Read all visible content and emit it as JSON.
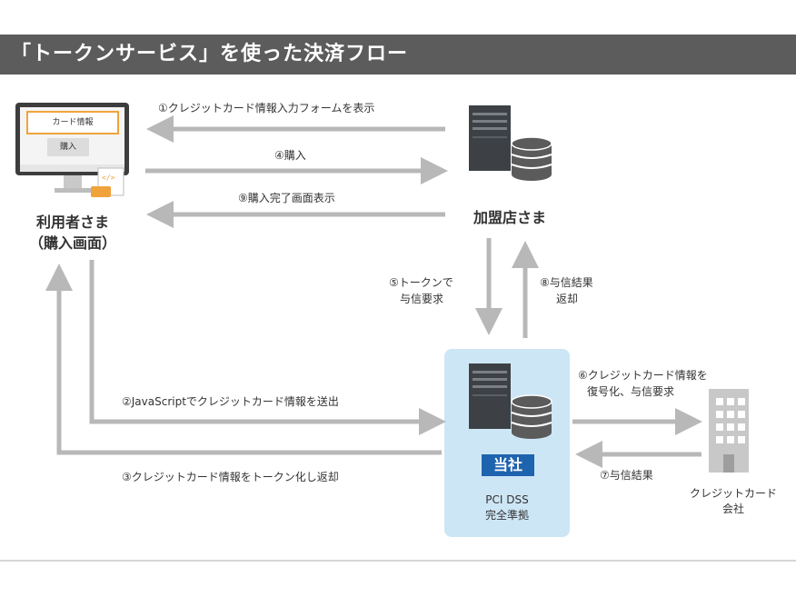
{
  "title": "「トークンサービス」を使った決済フロー",
  "nodes": {
    "user": {
      "name": "利用者さま",
      "sub": "（購入画面）",
      "form_field": "カード情報",
      "buy_button": "購入"
    },
    "merchant": {
      "name": "加盟店さま"
    },
    "company": {
      "badge": "当社",
      "cert_line1": "PCI DSS",
      "cert_line2": "完全準拠"
    },
    "card_company": {
      "line1": "クレジットカード",
      "line2": "会社"
    }
  },
  "steps": {
    "s1": "①クレジットカード情報入力フォームを表示",
    "s2": "②JavaScriptでクレジットカード情報を送出",
    "s3": "③クレジットカード情報をトークン化し返却",
    "s4": "④購入",
    "s5_line1": "⑤トークンで",
    "s5_line2": "与信要求",
    "s6_line1": "⑥クレジットカード情報を",
    "s6_line2": "復号化、与信要求",
    "s7": "⑦与信結果",
    "s8_line1": "⑧与信結果",
    "s8_line2": "返却",
    "s9": "⑨購入完了画面表示"
  },
  "colors": {
    "arrow": "#b8b8b8",
    "title_bg": "#5c5c5c",
    "dss_bg": "#cde6f6",
    "badge": "#1e63ae",
    "form_border": "#f0a33a"
  }
}
